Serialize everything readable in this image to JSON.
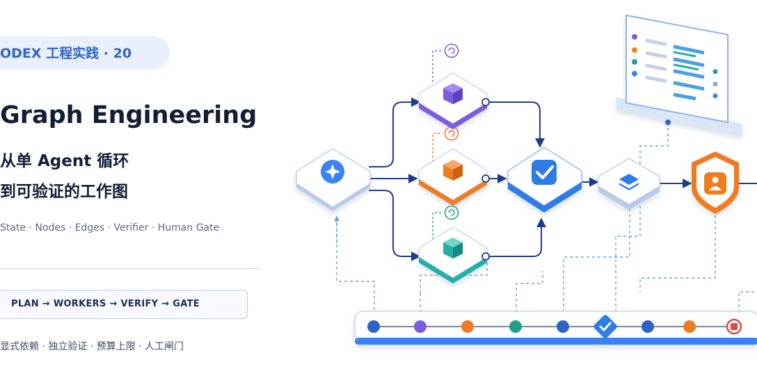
{
  "header": {
    "series_badge": "ODEX 工程实践 · 20",
    "title": "Graph Engineering",
    "subtitle_line1": "从单 Agent 循环",
    "subtitle_line2": "到可验证的工作图",
    "keywords": "State · Nodes · Edges · Verifier · Human Gate"
  },
  "flow": {
    "steps": [
      "PLAN",
      "WORKERS",
      "VERIFY",
      "GATE"
    ],
    "arrow": "→"
  },
  "features": "显式依赖 · 独立验证 · 预算上限 · 人工闸门",
  "diagram": {
    "nodes": [
      {
        "name": "start-node",
        "icon": "sparkle-icon",
        "color": "#3b82f6"
      },
      {
        "name": "worker-node-1",
        "icon": "cube-icon",
        "color": "#7c5ce0"
      },
      {
        "name": "worker-node-2",
        "icon": "cube-icon",
        "color": "#f07b22"
      },
      {
        "name": "worker-node-3",
        "icon": "cube-icon",
        "color": "#22b0a8"
      },
      {
        "name": "verifier-node",
        "icon": "check-icon",
        "color": "#2f7de6"
      },
      {
        "name": "layers-node",
        "icon": "layers-icon",
        "color": "#2f7de6"
      },
      {
        "name": "human-gate-node",
        "icon": "person-icon",
        "color": "#f07b22"
      },
      {
        "name": "dashboard-panel",
        "icon": "list-panel-icon",
        "color": "#3b82f6"
      }
    ],
    "timeline": [
      {
        "icon": "dot-icon",
        "color": "#2f63c8"
      },
      {
        "icon": "dot-icon",
        "color": "#7c5ce0"
      },
      {
        "icon": "dot-icon",
        "color": "#f07b22"
      },
      {
        "icon": "dot-icon",
        "color": "#22a08a"
      },
      {
        "icon": "dot-icon",
        "color": "#2f63c8"
      },
      {
        "icon": "check-icon",
        "color": "#2f7de6"
      },
      {
        "icon": "dot-icon",
        "color": "#2f63c8"
      },
      {
        "icon": "dot-icon",
        "color": "#f07b22"
      },
      {
        "icon": "stop-icon",
        "color": "#e04848"
      }
    ]
  }
}
